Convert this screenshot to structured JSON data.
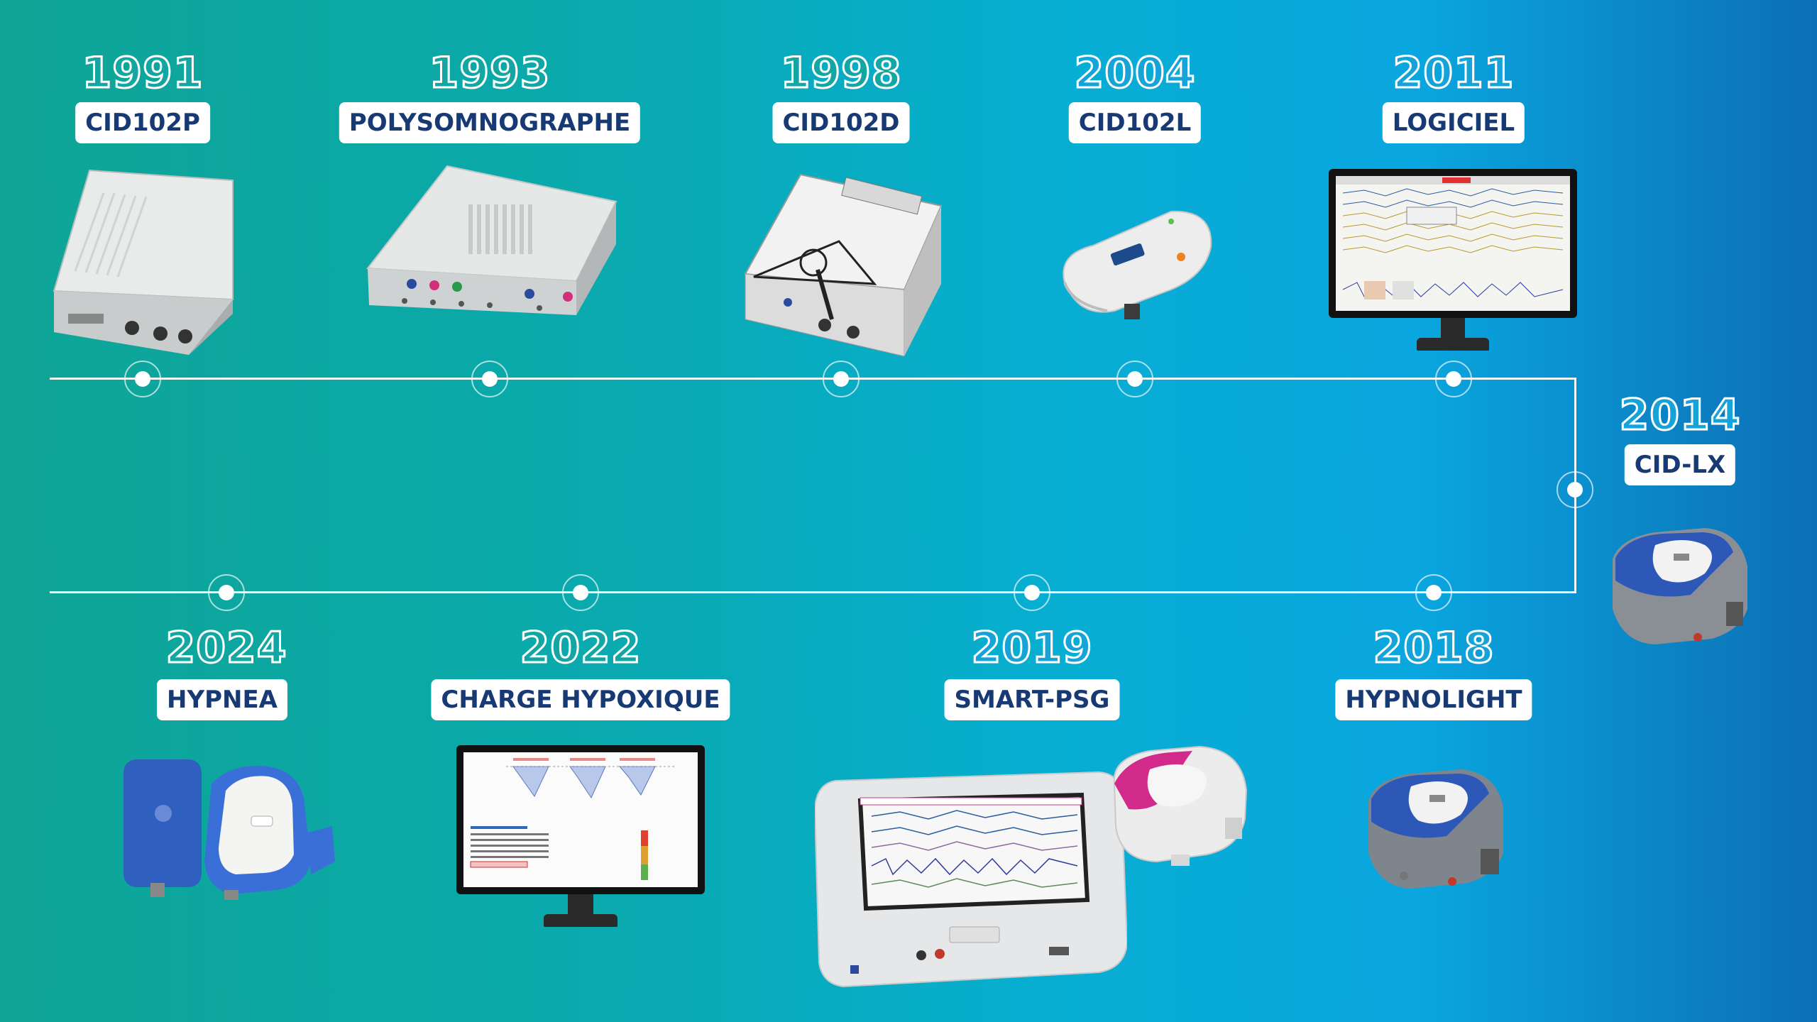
{
  "timeline": [
    {
      "year": "1991",
      "label": "CID102P",
      "device": "grey-box-device-icon"
    },
    {
      "year": "1993",
      "label": "POLYSOMNOGRAPHE",
      "device": "grey-recorder-device-icon"
    },
    {
      "year": "1998",
      "label": "CID102D",
      "device": "portable-box-device-icon"
    },
    {
      "year": "2004",
      "label": "CID102L",
      "device": "white-sensor-device-icon"
    },
    {
      "year": "2011",
      "label": "LOGICIEL",
      "device": "software-monitor-icon"
    },
    {
      "year": "2014",
      "label": "CID-LX",
      "device": "cid-lx-device-icon"
    },
    {
      "year": "2018",
      "label": "HYPNOLIGHT",
      "device": "hypnolight-device-icon"
    },
    {
      "year": "2019",
      "label": "SMART-PSG",
      "device": "smart-psg-tablet-icon"
    },
    {
      "year": "2022",
      "label": "CHARGE HYPOXIQUE",
      "device": "charge-hypoxique-monitor-icon"
    },
    {
      "year": "2024",
      "label": "HYPNEA",
      "device": "hypnea-device-icon"
    }
  ],
  "colors": {
    "bg_start": "#0fa596",
    "bg_end": "#0c6fb5",
    "label_text": "#183a74"
  }
}
